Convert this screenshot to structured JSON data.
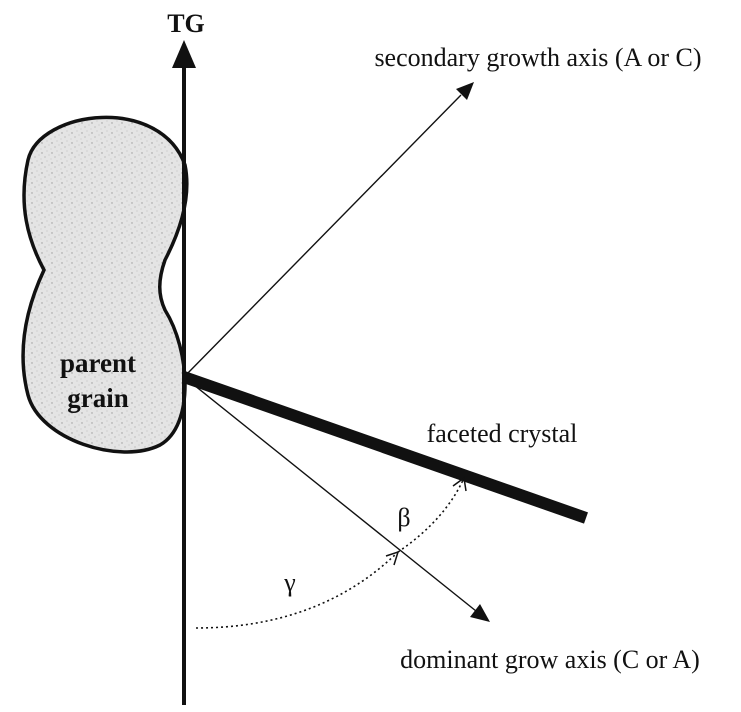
{
  "labels": {
    "tg": "TG",
    "secondary_axis": "secondary growth axis (A or C)",
    "parent_grain_line1": "parent",
    "parent_grain_line2": "grain",
    "faceted_crystal": "faceted crystal",
    "beta": "β",
    "gamma": "γ",
    "dominant_axis": "dominant grow axis (C or A)"
  },
  "colors": {
    "ink": "#111111",
    "grain_fill": "#e2e2e2"
  }
}
